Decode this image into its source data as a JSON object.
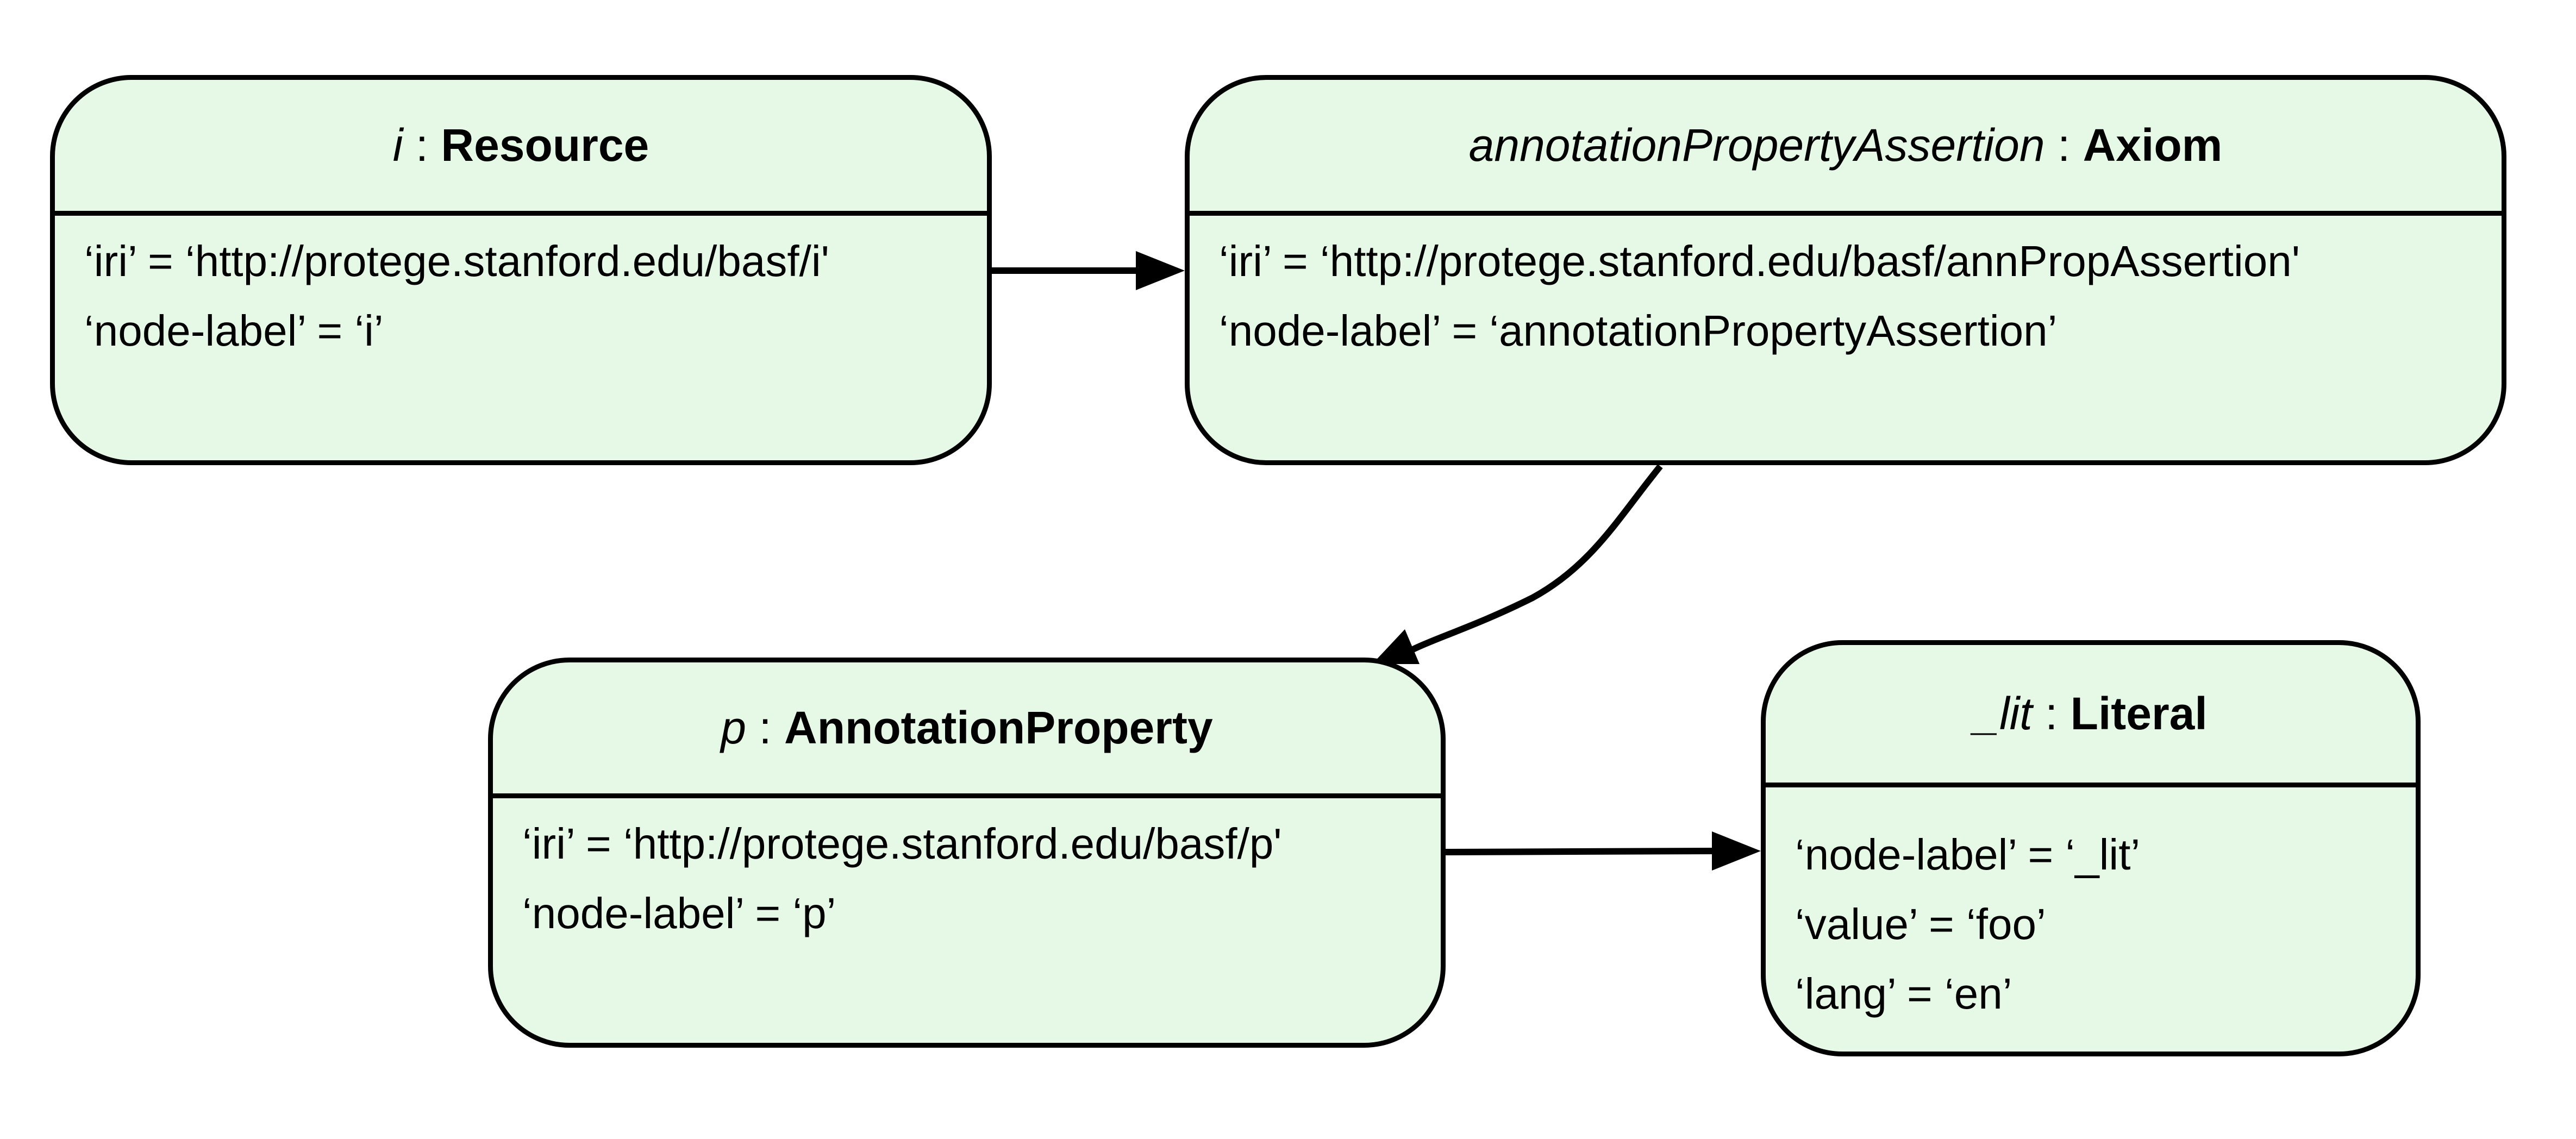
{
  "nodes": {
    "resource": {
      "name": "i",
      "sep": " : ",
      "type": "Resource",
      "attributes": [
        "‘iri’ = ‘http://protege.stanford.edu/basf/i'",
        "‘node-label’ = ‘i’"
      ]
    },
    "axiom": {
      "name": "annotationPropertyAssertion",
      "sep": " : ",
      "type": "Axiom",
      "attributes": [
        "‘iri’ = ‘http://protege.stanford.edu/basf/annPropAssertion'",
        "‘node-label’ = ‘annotationPropertyAssertion’"
      ]
    },
    "annotation_property": {
      "name": "p",
      "sep": " : ",
      "type": "AnnotationProperty",
      "attributes": [
        "‘iri’ = ‘http://protege.stanford.edu/basf/p'",
        "‘node-label’ = ‘p’"
      ]
    },
    "literal": {
      "name": "_lit",
      "sep": " : ",
      "type": "Literal",
      "attributes": [
        "‘node-label’ = ‘_lit’",
        "‘value’ = ‘foo’",
        "‘lang’ = ‘en’"
      ]
    }
  },
  "edges": [
    {
      "from": "resource",
      "to": "axiom"
    },
    {
      "from": "axiom",
      "to": "annotation_property"
    },
    {
      "from": "annotation_property",
      "to": "literal"
    }
  ],
  "colors": {
    "node_fill": "#e6f9e6",
    "stroke": "#000000"
  }
}
